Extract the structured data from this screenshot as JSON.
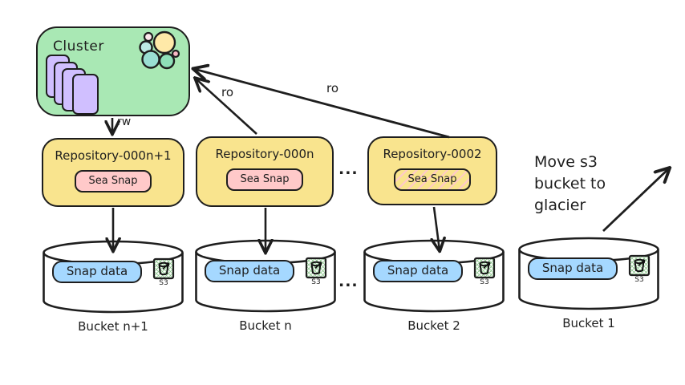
{
  "cluster": {
    "label": "Cluster"
  },
  "edges": {
    "rw": "rw",
    "ro1": "ro",
    "ro2": "ro"
  },
  "repositories": [
    {
      "name": "Repository-000n+1",
      "badge": "Sea Snap"
    },
    {
      "name": "Repository-000n",
      "badge": "Sea Snap"
    },
    {
      "name": "Repository-0002",
      "badge": "Sea Snap"
    }
  ],
  "ellipsis": {
    "repos": "...",
    "buckets": "..."
  },
  "buckets": [
    {
      "label": "Bucket n+1",
      "content": "Snap data",
      "icon_caption": "S3"
    },
    {
      "label": "Bucket n",
      "content": "Snap data",
      "icon_caption": "S3"
    },
    {
      "label": "Bucket 2",
      "content": "Snap data",
      "icon_caption": "S3"
    },
    {
      "label": "Bucket 1",
      "content": "Snap data",
      "icon_caption": "S3"
    }
  ],
  "annotation": {
    "line1": "Move s3",
    "line2": "bucket to",
    "line3": "glacier"
  },
  "colors": {
    "stroke": "#1e1e1e",
    "cluster_fill": "#a9e8b4",
    "node_fill": "#d0bfff",
    "repo_fill": "#f9e48e",
    "sea_snap_fill": "#ffc9c9",
    "snap_data_fill": "#a5d8ff"
  }
}
